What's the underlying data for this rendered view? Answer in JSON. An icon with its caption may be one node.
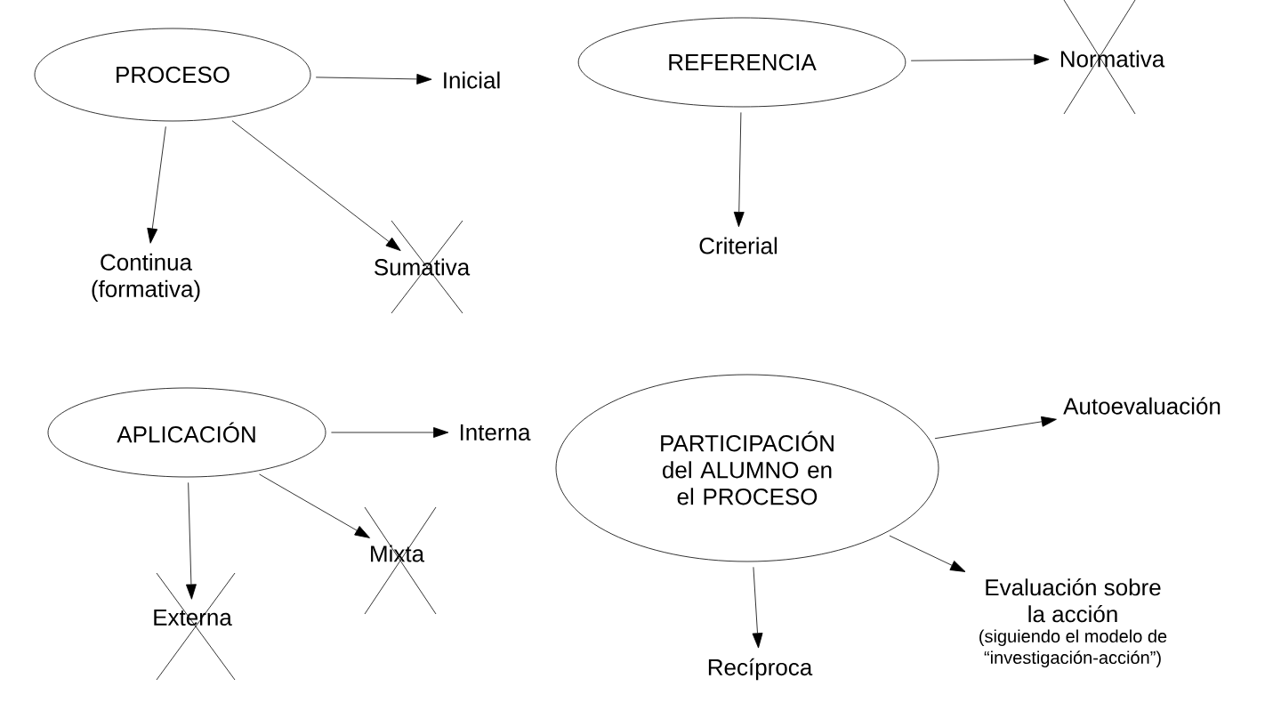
{
  "diagram": {
    "nodes": [
      {
        "text": [
          "PROCESO"
        ]
      },
      {
        "text": [
          "Inicial"
        ]
      },
      {
        "text": [
          "Continua (formativa)"
        ]
      },
      {
        "text": [
          "Sumativa"
        ]
      },
      {
        "text": [
          "REFERENCIA"
        ]
      },
      {
        "text": [
          "Normativa"
        ]
      },
      {
        "text": [
          "Criterial"
        ]
      },
      {
        "text": [
          "APLICACIÓN"
        ]
      },
      {
        "text": [
          "Interna"
        ]
      },
      {
        "text": [
          "Externa"
        ]
      },
      {
        "text": [
          "Mixta"
        ]
      },
      {
        "text": [
          "PARTICIPACIÓN del ALUMNO en el PROCESO"
        ]
      },
      {
        "text": [
          "Autoevaluación"
        ]
      },
      {
        "text": [
          "Evaluación sobre la acción",
          "(siguiendo el modelo de “investigación-acción”)"
        ]
      },
      {
        "text": [
          "Recíproca"
        ]
      }
    ],
    "edges": [
      {
        "from": 0,
        "to": 1,
        "arrow": "to"
      },
      {
        "from": 0,
        "to": 2,
        "arrow": "to"
      },
      {
        "from": 0,
        "to": 3,
        "arrow": "to"
      },
      {
        "from": 4,
        "to": 5,
        "arrow": "to"
      },
      {
        "from": 4,
        "to": 6,
        "arrow": "to"
      },
      {
        "from": 7,
        "to": 8,
        "arrow": "to"
      },
      {
        "from": 7,
        "to": 9,
        "arrow": "to"
      },
      {
        "from": 7,
        "to": 10,
        "arrow": "to"
      },
      {
        "from": 11,
        "to": 12,
        "arrow": "to"
      },
      {
        "from": 11,
        "to": 13,
        "arrow": "to"
      },
      {
        "from": 11,
        "to": 14,
        "arrow": "to"
      }
    ]
  }
}
